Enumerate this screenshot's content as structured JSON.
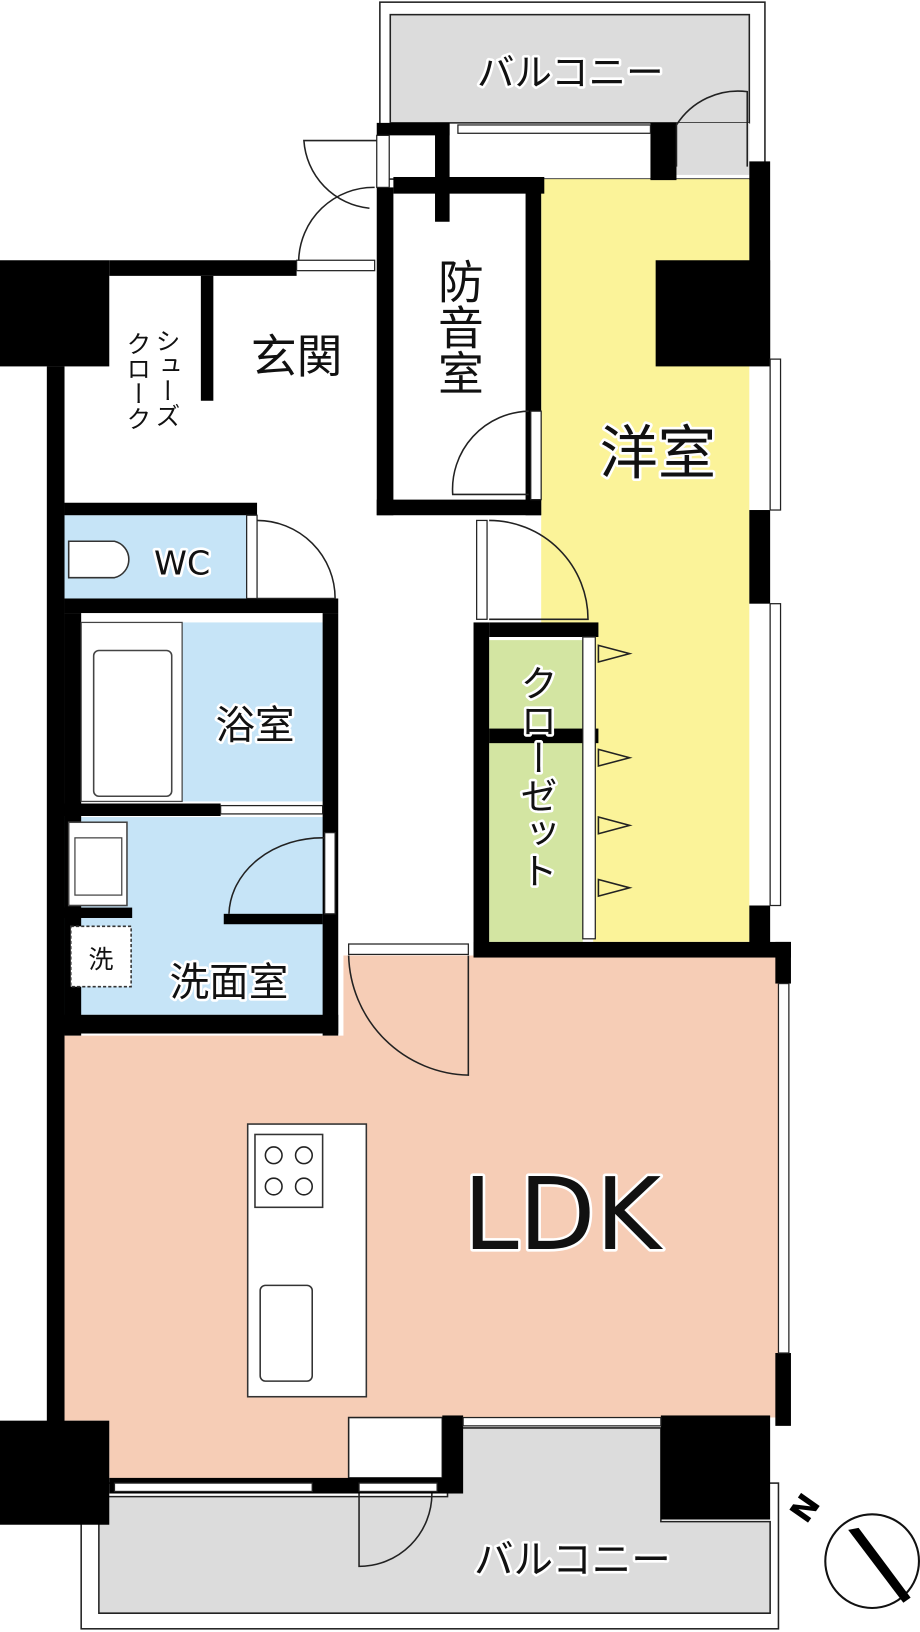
{
  "rooms": {
    "balcony_top": "バルコニー",
    "balcony_bottom": "バルコニー",
    "entrance": "玄関",
    "shoe_closet_1": "シューズ",
    "shoe_closet_2": "クローク",
    "soundproof_room": "防音室",
    "western_room": "洋室",
    "wc": "WC",
    "bathroom": "浴室",
    "washroom": "洗面室",
    "washer": "洗",
    "closet": "クローゼット",
    "ldk": "LDK"
  },
  "compass": {
    "north": "N"
  },
  "colors": {
    "western_room": "#fbf399",
    "ldk": "#f6cdb6",
    "wet_area": "#c6e4f7",
    "closet": "#d3e5a2",
    "balcony": "#dcdcdc",
    "wall": "#000000"
  }
}
